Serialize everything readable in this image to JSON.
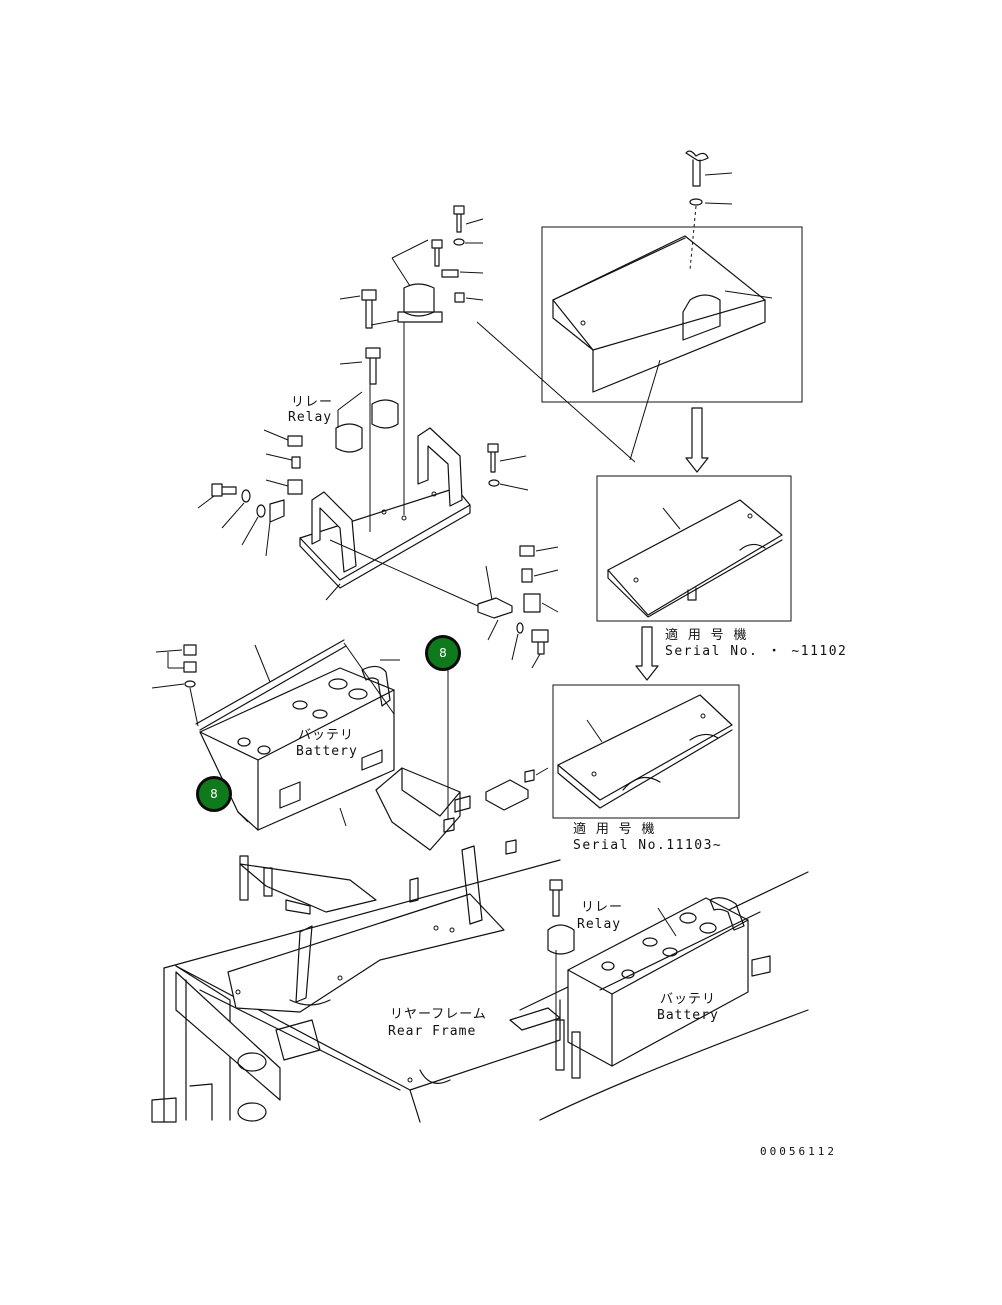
{
  "labels": {
    "relay_top_ja": "リレー",
    "relay_top_en": "Relay",
    "battery_left_ja": "バッテリ",
    "battery_left_en": "Battery",
    "applicable_ja_1": "適 用 号 機",
    "serial_range_1": "Serial No.  ・  ~11102",
    "applicable_ja_2": "適 用 号 機",
    "serial_range_2": "Serial No.11103~",
    "relay_bottom_ja": "リレー",
    "relay_bottom_en": "Relay",
    "rear_frame_ja": "リヤーフレーム",
    "rear_frame_en": "Rear Frame",
    "battery_right_ja": "バッテリ",
    "battery_right_en": "Battery",
    "drawing_code": "00056112"
  },
  "markers": [
    {
      "label": "8"
    },
    {
      "label": "8"
    }
  ],
  "colors": {
    "marker_fill": "#0f7a1c",
    "line": "#111111",
    "background": "#ffffff"
  }
}
